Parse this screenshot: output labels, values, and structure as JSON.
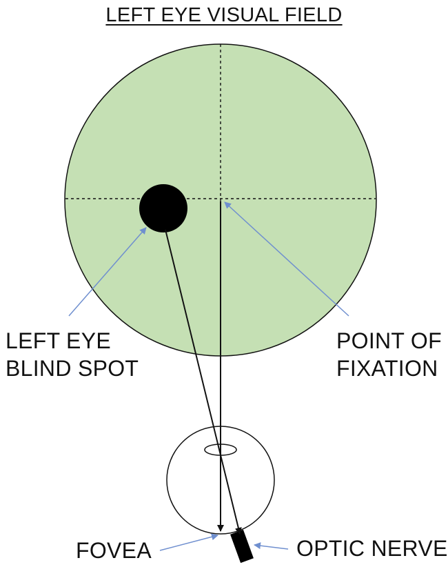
{
  "title": "LEFT EYE VISUAL FIELD",
  "labels": {
    "blind_spot": [
      "LEFT EYE",
      "BLIND SPOT"
    ],
    "fixation": [
      "POINT OF",
      "FIXATION"
    ],
    "fovea": "FOVEA",
    "optic_nerve": "OPTIC NERVE"
  },
  "colors": {
    "field_fill": "#c5e0b4",
    "outline": "#111111",
    "pointer_arrow": "#6f8fcf"
  }
}
